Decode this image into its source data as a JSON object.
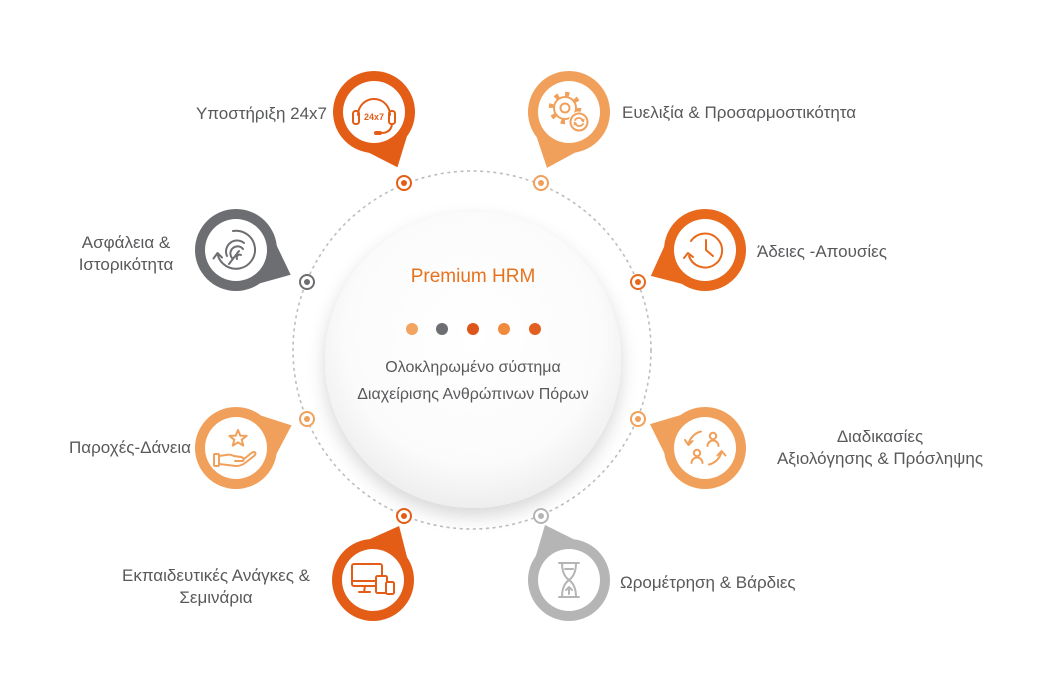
{
  "center": {
    "title": "Premium HRM",
    "subtitle_lines": [
      "Ολοκληρωμένο σύστημα",
      "Διαχείρισης Ανθρώπινων Πόρων"
    ],
    "dot_colors": [
      "#f2a460",
      "#6d6e71",
      "#dd5619",
      "#f08a3c",
      "#e2601f"
    ]
  },
  "colors": {
    "title": "#e8721c",
    "text": "#58595b",
    "dashed_ring": "#bdbdbd"
  },
  "features": [
    {
      "label_lines": [
        "Υποστήριξη 24x7"
      ],
      "icon": "headset-24x7-icon",
      "icon_text": "24x7",
      "color": "#e35d17"
    },
    {
      "label_lines": [
        "Ευελιξία & Προσαρμοστικότητα"
      ],
      "icon": "gear-refresh-icon",
      "color": "#f0a05a"
    },
    {
      "label_lines": [
        "Ασφάλεια &",
        "Ιστορικότητα"
      ],
      "icon": "fingerprint-history-icon",
      "color": "#6d6e71"
    },
    {
      "label_lines": [
        "Άδειες -Απουσίες"
      ],
      "icon": "clock-icon",
      "color": "#e8691c"
    },
    {
      "label_lines": [
        "Παροχές-Δάνεια"
      ],
      "icon": "hand-star-icon",
      "color": "#f0a05a"
    },
    {
      "label_lines": [
        "Διαδικασίες",
        "Αξιολόγησης & Πρόσληψης"
      ],
      "icon": "people-exchange-icon",
      "color": "#f0a05a"
    },
    {
      "label_lines": [
        "Εκπαιδευτικές Ανάγκες &",
        "Σεμινάρια"
      ],
      "icon": "devices-icon",
      "color": "#e35d17"
    },
    {
      "label_lines": [
        "Ωρομέτρηση & Βάρδιες"
      ],
      "icon": "hourglass-icon",
      "color": "#b5b5b5"
    }
  ]
}
